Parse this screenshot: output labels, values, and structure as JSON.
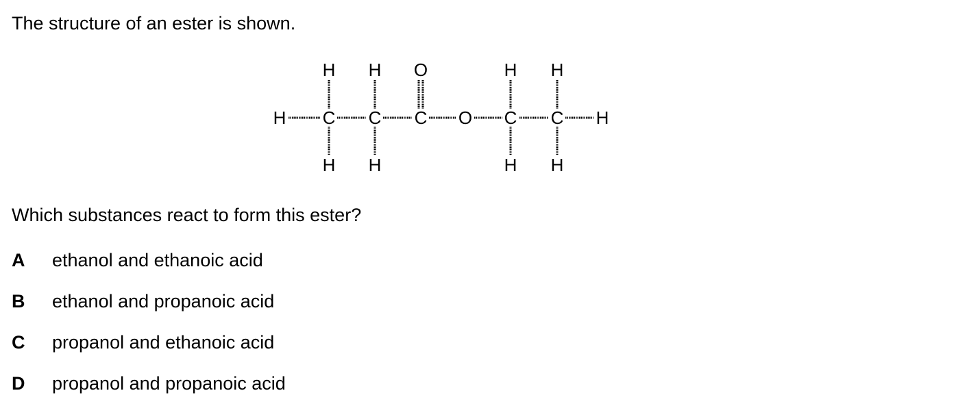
{
  "intro": "The structure of an ester is shown.",
  "question": "Which substances react to form this ester?",
  "options": [
    {
      "letter": "A",
      "text": "ethanol and ethanoic acid"
    },
    {
      "letter": "B",
      "text": "ethanol and propanoic acid"
    },
    {
      "letter": "C",
      "text": "propanol and ethanoic acid"
    },
    {
      "letter": "D",
      "text": "propanol and propanoic acid"
    }
  ],
  "structure": {
    "atoms": {
      "h_left": "H",
      "c1": "C",
      "c1_top": "H",
      "c1_bottom": "H",
      "c2": "C",
      "c2_top": "H",
      "c2_bottom": "H",
      "c3": "C",
      "o_double": "O",
      "o_ester": "O",
      "c4": "C",
      "c4_top": "H",
      "c4_bottom": "H",
      "c5": "C",
      "c5_top": "H",
      "c5_bottom": "H",
      "h_right": "H"
    }
  }
}
